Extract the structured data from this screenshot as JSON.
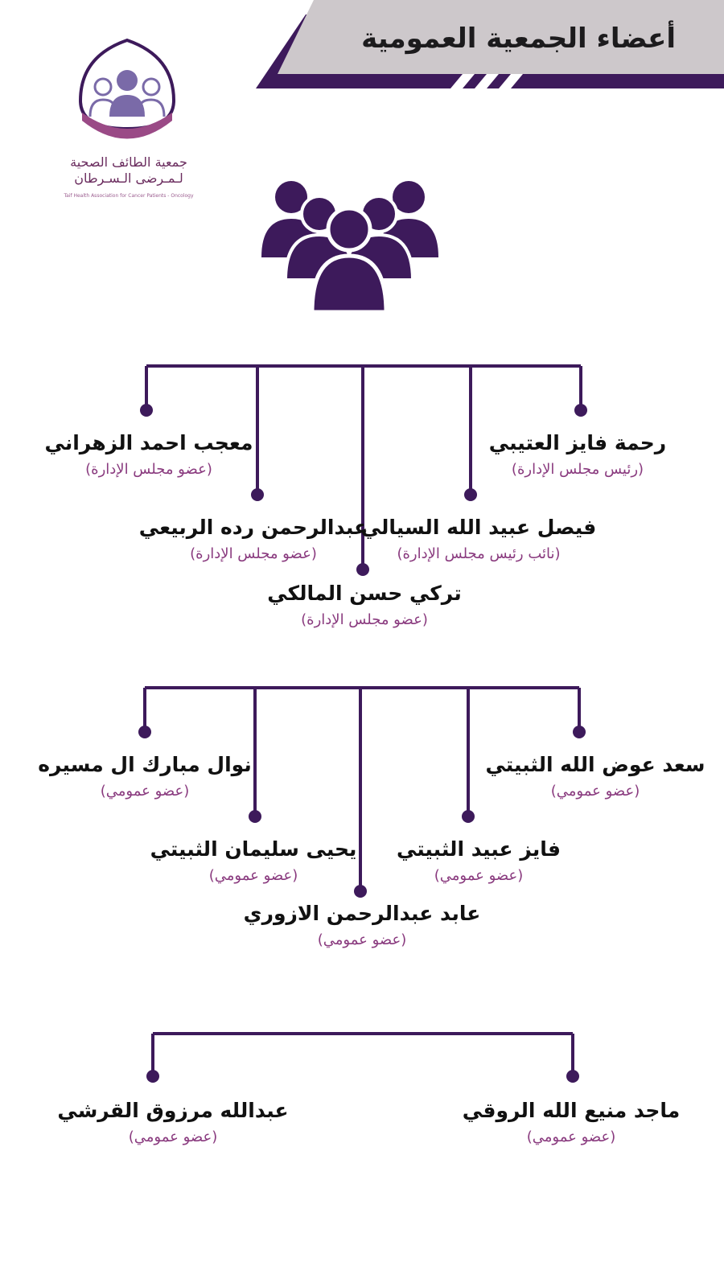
{
  "header": {
    "title": "أعضاء الجمعية العمومية"
  },
  "logo": {
    "name_ar_line1": "جمعية الطائف الصحية",
    "name_ar_line2": "لـمـرضى الـسـرطان",
    "name_en": "Taif Health Association for Cancer Patients - Oncology"
  },
  "colors": {
    "primary": "#3d1a5b",
    "accent": "#8a3b7f",
    "banner_gray": "#cdc8cb"
  },
  "group1": [
    {
      "name": "رحمة فايز العتيبي",
      "role": "(رئيس مجلس الإدارة)"
    },
    {
      "name": "فيصل عبيد الله السيالي",
      "role": "(نائب رئيس مجلس الإدارة)"
    },
    {
      "name": "تركي حسن المالكي",
      "role": "(عضو مجلس الإدارة)"
    },
    {
      "name": "عبدالرحمن رده الربيعي",
      "role": "(عضو مجلس الإدارة)"
    },
    {
      "name": "معجب احمد الزهراني",
      "role": "(عضو مجلس الإدارة)"
    }
  ],
  "group2": [
    {
      "name": "سعد عوض الله الثبيتي",
      "role": "(عضو عمومي)"
    },
    {
      "name": "فايز عبيد الثبيتي",
      "role": "(عضو عمومي)"
    },
    {
      "name": "عابد عبدالرحمن الازوري",
      "role": "(عضو عمومي)"
    },
    {
      "name": "يحيى سليمان الثبيتي",
      "role": "(عضو عمومي)"
    },
    {
      "name": "نوال مبارك ال مسيره",
      "role": "(عضو عمومي)"
    }
  ],
  "group3": [
    {
      "name": "ماجد منيع الله الروقي",
      "role": "(عضو عمومي)"
    },
    {
      "name": "عبدالله مرزوق القرشي",
      "role": "(عضو عمومي)"
    }
  ]
}
